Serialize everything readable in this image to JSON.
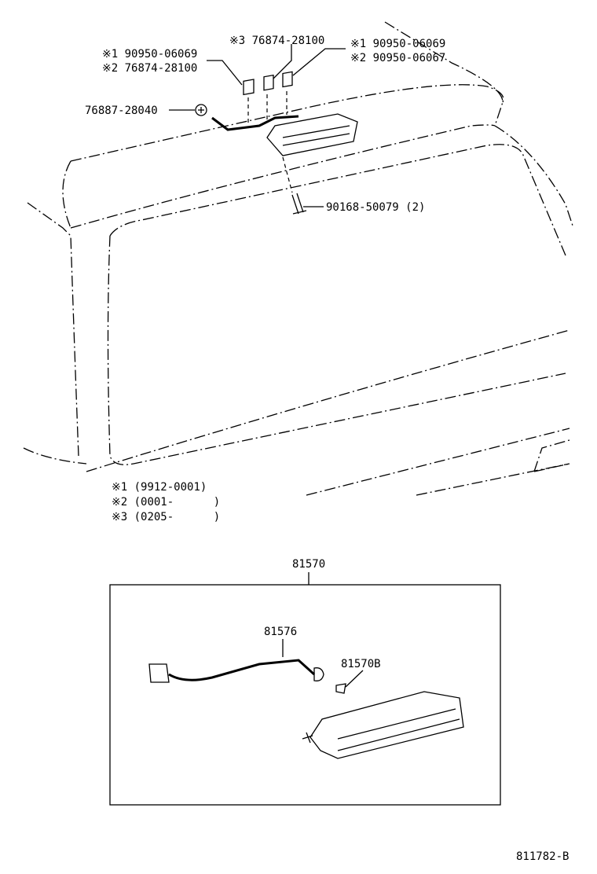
{
  "upper_labels": {
    "sticker_left_1": "※1 90950-06069",
    "sticker_left_2": "※2 76874-28100",
    "sticker_mid": "※3 76874-28100",
    "sticker_right_1": "※1 90950-06069",
    "sticker_right_2": "※2 90950-06067",
    "clip": "76887-28040",
    "screw": "90168-50079 (2)"
  },
  "notes": [
    "※1 (9912-0001)",
    "※2 (0001-      )",
    "※3 (0205-      )"
  ],
  "assembly": {
    "label": "81570",
    "wire_harness": "81576",
    "bulb": "81570B"
  },
  "figure_code": "811782-B"
}
